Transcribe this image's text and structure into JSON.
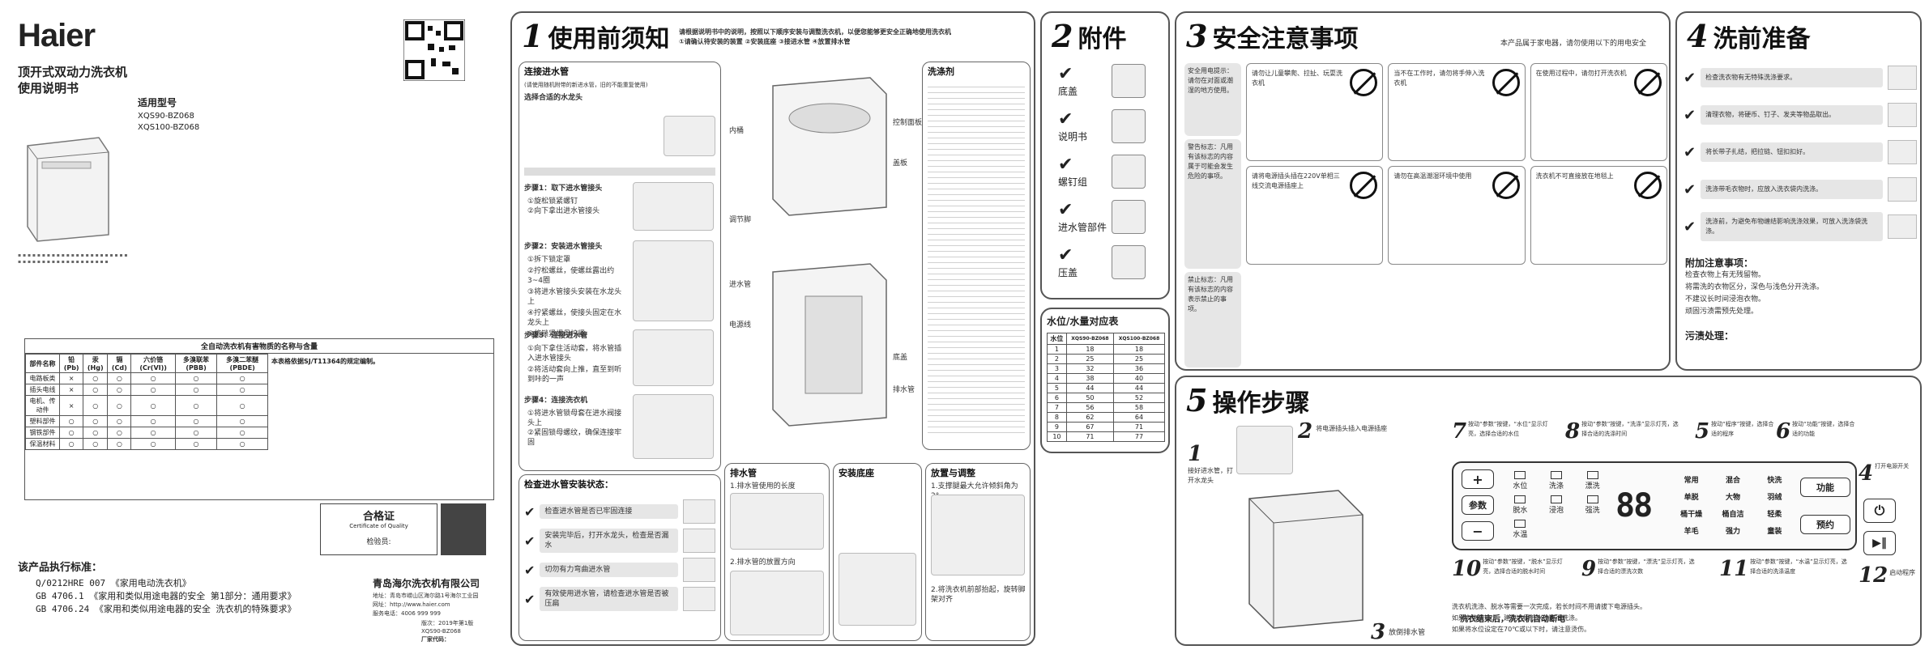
{
  "cover": {
    "brand": "Haier",
    "product": "顶开式双动力洗衣机",
    "manual": "使用说明书",
    "model_label": "适用型号",
    "models": [
      "XQS90-BZ068",
      "XQS100-BZ068"
    ],
    "table_title": "全自动洗衣机有害物质的名称与含量",
    "table_headers": [
      "部件名称",
      "铅(Pb)",
      "汞(Hg)",
      "镉(Cd)",
      "六价铬(Cr(VI))",
      "多溴联苯(PBB)",
      "多溴二苯醚(PBDE)"
    ],
    "table_rows": [
      [
        "电路板类",
        "×",
        "○",
        "○",
        "○",
        "○",
        "○"
      ],
      [
        "插头电线",
        "×",
        "○",
        "○",
        "○",
        "○",
        "○"
      ],
      [
        "电机、传动件",
        "×",
        "○",
        "○",
        "○",
        "○",
        "○"
      ],
      [
        "塑料部件",
        "○",
        "○",
        "○",
        "○",
        "○",
        "○"
      ],
      [
        "钢铁部件",
        "○",
        "○",
        "○",
        "○",
        "○",
        "○"
      ],
      [
        "保温材料",
        "○",
        "○",
        "○",
        "○",
        "○",
        "○"
      ]
    ],
    "table_note": "本表格依据SJ/T11364的规定编制。",
    "cert_title": "合格证",
    "cert_sub": "Certificate of Quality",
    "cert_check": "检验员:",
    "standards_title": "该产品执行标准：",
    "standards": [
      "Q/0212HRE 007    《家用电动洗衣机》",
      "GB 4706.1 《家用和类似用途电器的安全 第1部分：通用要求》",
      "GB 4706.24 《家用和类似用途电器的安全 洗衣机的特殊要求》"
    ],
    "company": "青岛海尔洗衣机有限公司",
    "address": "地址：青岛市崂山区海尔路1号海尔工业园",
    "website": "网址：http://www.haier.com",
    "hotline": "服务电话：4006 999 999",
    "version": "版次：2019年第1版",
    "code": "XQS90-BZ068",
    "factory": "厂家代码："
  },
  "sec1": {
    "num": "1",
    "title": "使用前须知",
    "subtitle": "请根据说明书中的说明，按照以下顺序安装与调整洗衣机，以便您能够更安全正确地使用洗衣机",
    "steps_inline": "①请确认待安装的装置 ②安装底座 ③接进水管 ④放置排水管",
    "connect_title": "连接进水管",
    "connect_sub": "(请使用随机附带的新进水管，旧的不能重复使用)",
    "tap_title": "选择合适的水龙头",
    "step1": "步骤1：取下进水管接头",
    "step1_a": "①旋松锁紧螺钉",
    "step1_b": "②向下拿出进水管接头",
    "step2": "步骤2：安装进水管接头",
    "step2_items": [
      "①拆下锁定罩",
      "②拧松螺丝，使螺丝露出约3~4圈",
      "③将进水管接头安装在水龙头上",
      "④拧紧螺丝，使接头固定在水龙头上",
      "⑤将锁紧螺母拧紧"
    ],
    "step3": "步骤3：连接进水管",
    "step3_a": "①向下拿住活动套，将水管插入进水管接头",
    "step3_b": "②将活动套向上推，直至到听到咔的一声",
    "step4": "步骤4：连接洗衣机",
    "step4_a": "①将进水管锁母套在进水阀接头上",
    "step4_b": "②紧固锁母螺纹，确保连接牢固",
    "check_title": "检查进水管安装状态：",
    "check_items": [
      "检查进水管是否已牢固连接",
      "安装完毕后，打开水龙头，检查是否漏水",
      "切勿有力弯曲进水管",
      "有效使用进水管，请检查进水管是否被压扁"
    ],
    "drain_title": "排水管",
    "drain_1": "1.排水管使用的长度",
    "drain_2": "2.排水管的放置方向",
    "foot_title": "安装底座",
    "level_title": "放置与调整",
    "level_1": "1.支撑腿最大允许倾斜角为2°",
    "level_2": "2.将洗衣机前部抬起，旋转脚架对齐",
    "detergent_title": "洗涤剂",
    "labels": [
      "电源线",
      "进水管",
      "排水管",
      "调节脚",
      "底盖",
      "控制面板",
      "内桶",
      "盖板"
    ]
  },
  "sec2": {
    "num": "2",
    "title": "附件",
    "items": [
      "底盖",
      "说明书",
      "螺钉组",
      "进水管部件",
      "压盖"
    ],
    "table_title": "水位/水量对应表",
    "table_headers": [
      "水位",
      "XQS90-BZ068",
      "XQS100-BZ068"
    ],
    "table_rows": [
      [
        "1",
        "18",
        "18"
      ],
      [
        "2",
        "25",
        "25"
      ],
      [
        "3",
        "32",
        "36"
      ],
      [
        "4",
        "38",
        "40"
      ],
      [
        "5",
        "44",
        "44"
      ],
      [
        "6",
        "50",
        "52"
      ],
      [
        "7",
        "56",
        "58"
      ],
      [
        "8",
        "62",
        "64"
      ],
      [
        "9",
        "67",
        "71"
      ],
      [
        "10",
        "71",
        "77"
      ]
    ]
  },
  "sec3": {
    "num": "3",
    "title": "安全注意事项",
    "note": "本产品属于家电器，请勿使用以下的用电安全",
    "warnings": [
      "请勿让儿童攀爬、拉扯、玩耍洗衣机",
      "当不在工作时，请勿将手伸入洗衣机",
      "在使用过程中，请勿打开洗衣机",
      "请将电源插头插在220V单相三线交流电源插座上",
      "请勿在高温潮湿环境中使用",
      "洗衣机不可直接放在地毯上"
    ],
    "side_notes": [
      "安全用电提示：请勿在对面或潮湿的地方使用。",
      "警告标志：凡用有该标志的内容属于可能会发生危险的事项。",
      "禁止标志：凡用有该标志的内容表示禁止的事项。"
    ]
  },
  "sec4": {
    "num": "4",
    "title": "洗前准备",
    "items": [
      "检查洗衣物有无特殊洗涤要求。",
      "清理衣物，将硬币、钉子、发夹等物品取出。",
      "将长带子扎结，把拉链、钮扣扣好。",
      "洗涤带毛衣物时，应放入洗衣袋内洗涤。",
      "洗涤前，为避免布物缠结影响洗涤效果，可放入洗涤袋洗涤。"
    ],
    "notice_title": "附加注意事项：",
    "notices": [
      "检查衣物上有无残留物。",
      "将需洗的衣物区分，深色与浅色分开洗涤。",
      "不建议长时间浸泡衣物。",
      "顽固污渍需预先处理。"
    ],
    "stain_title": "污渍处理："
  },
  "sec5": {
    "num": "5",
    "title": "操作步骤",
    "steps": [
      {
        "n": "1",
        "text": "接好进水管，打开水龙头"
      },
      {
        "n": "2",
        "text": "将电源插头插入电源插座"
      },
      {
        "n": "3",
        "text": "放倒排水管"
      },
      {
        "n": "4",
        "text": "打开电源开关"
      },
      {
        "n": "5",
        "text": "按动“程序”按键，选择合适的程序"
      },
      {
        "n": "6",
        "text": "按动“功能”按键，选择合适的功能"
      },
      {
        "n": "7",
        "text": "按动“参数”按键，“水位”显示灯亮，选择合适的水位"
      },
      {
        "n": "8",
        "text": "按动“参数”按键，“洗涤”显示灯亮，选择合适的洗涤时间"
      },
      {
        "n": "9",
        "text": "按动“参数”按键，“漂洗”显示灯亮，选择合适的漂洗次数"
      },
      {
        "n": "10",
        "text": "按动“参数”按键，“脱水”显示灯亮，选择合适的脱水时间"
      },
      {
        "n": "11",
        "text": "按动“参数”按键，“水温”显示灯亮，选择合适的洗涤温度"
      },
      {
        "n": "12",
        "text": "启动程序"
      }
    ],
    "panel_buttons": {
      "plus": "+",
      "param": "参数",
      "minus": "−",
      "function": "功能",
      "reserve": "预约"
    },
    "indicators": [
      "水位",
      "洗涤",
      "漂洗",
      "脱水",
      "浸泡",
      "强洗",
      "水温"
    ],
    "programs": [
      "常用",
      "混合",
      "快洗",
      "单脱",
      "大物",
      "羽绒",
      "桶干燥",
      "桶自洁",
      "轻柔",
      "羊毛",
      "强力",
      "童装"
    ],
    "display": "88",
    "auto_wash": "洗衣结束后，洗衣机自动断电",
    "notes": [
      "洗衣机洗涤、脱水等需要一次完成，若长时间不用请拔下电源插头。",
      "如果衣物量较少，建议选用低水位进行洗涤。",
      "如果将水位设定在70℃或以下时，请注意烫伤。"
    ]
  }
}
